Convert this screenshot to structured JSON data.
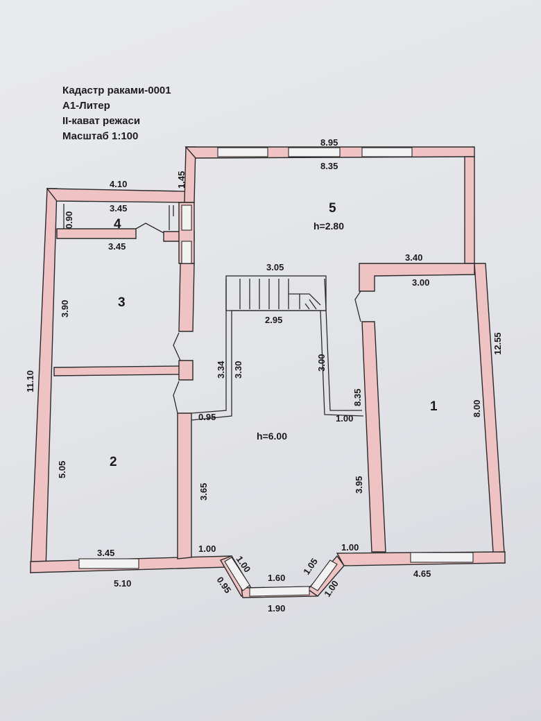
{
  "header": {
    "line1": "Кадастр раками-0001",
    "line2": "А1-Литер",
    "line3": "II-кават режаси",
    "line4": "Масштаб 1:100"
  },
  "rooms": {
    "r1": "1",
    "r2": "2",
    "r3": "3",
    "r4": "4",
    "r5": "5"
  },
  "heights": {
    "h5": "h=2.80",
    "hall": "h=6.00"
  },
  "dims": {
    "top_outer": "8.95",
    "top_inner": "8.35",
    "left_step": "1.45",
    "r4_outer": "4.10",
    "r4_top": "3.45",
    "r4_side": "0.90",
    "r3_top": "3.45",
    "r3_side": "3.90",
    "left_total": "11.10",
    "r2_side": "5.05",
    "r2_bottom": "3.45",
    "bottom_left": "5.10",
    "stair_top": "3.05",
    "stair_bottom": "2.95",
    "hall_left_a": "3.34",
    "hall_left_b": "3.30",
    "hall_right_a": "3.00",
    "hall_offset_left": "0.95",
    "hall_offset_right": "1.00",
    "hall_left_lower": "3.65",
    "hall_right_lower": "3.95",
    "hall_right_total": "8.35",
    "r1_outer_top": "3.40",
    "r1_top": "3.00",
    "r1_side": "8.00",
    "right_total": "12.55",
    "r1_bottom": "4.65",
    "bay_left_1": "1.00",
    "bay_left_2": "1.00",
    "bay_left_3": "0.95",
    "bay_center_in": "1.60",
    "bay_center_out": "1.90",
    "bay_right_1": "1.00",
    "bay_right_2": "1.05",
    "bay_right_3": "1.00"
  }
}
